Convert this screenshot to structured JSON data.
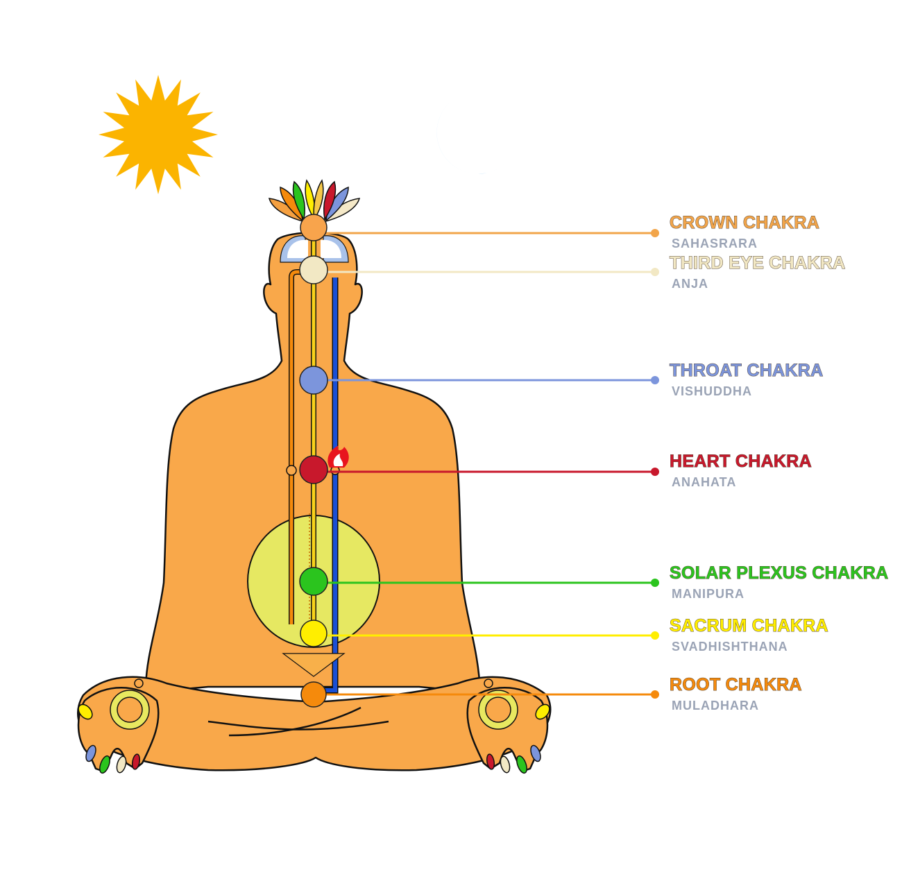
{
  "colors": {
    "skin": "#f9a84a",
    "outline": "#111111",
    "sun": "#fbb400",
    "moon": "#5cb8f5"
  },
  "chakras": [
    {
      "name": "CROWN CHAKRA",
      "sanskrit": "SAHASRARA",
      "color": "#f2a54a"
    },
    {
      "name": "THIRD EYE CHAKRA",
      "sanskrit": "ANJA",
      "color": "#f2e8c4"
    },
    {
      "name": "THROAT CHAKRA",
      "sanskrit": "VISHUDDHA",
      "color": "#7c95dc"
    },
    {
      "name": "HEART CHAKRA",
      "sanskrit": "ANAHATA",
      "color": "#c8182c"
    },
    {
      "name": "SOLAR PLEXUS CHAKRA",
      "sanskrit": "MANIPURA",
      "color": "#2bc41e"
    },
    {
      "name": "SACRUM CHAKRA",
      "sanskrit": "SVADHISHTHANA",
      "color": "#ffee00"
    },
    {
      "name": "ROOT CHAKRA",
      "sanskrit": "MULADHARA",
      "color": "#f58a0c"
    }
  ]
}
